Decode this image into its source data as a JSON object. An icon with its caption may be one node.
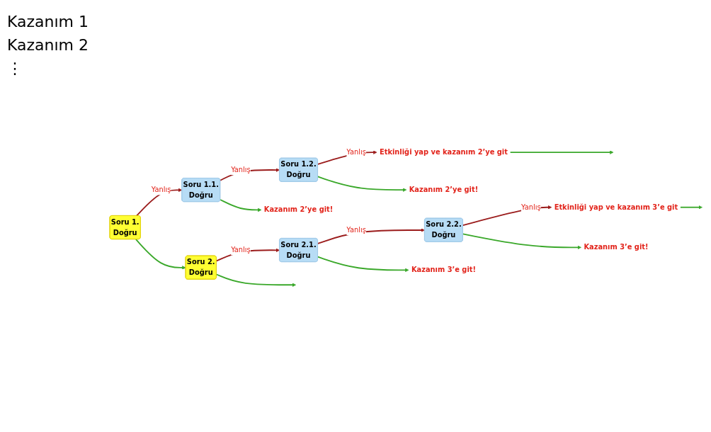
{
  "diagram": {
    "nodes": [
      {
        "text": [
          "Soru 1.",
          "Doğru"
        ]
      },
      {
        "text": [
          "Soru 1.1.",
          "Doğru"
        ]
      },
      {
        "text": [
          "Soru 1.2.",
          "Doğru"
        ]
      },
      {
        "text": [
          "Etkinliği yap ve kazanım 2’ye git"
        ]
      },
      {
        "text": [
          "Kazanım 2’ye git!"
        ]
      },
      {
        "text": [
          "Kazanım 2’ye git!"
        ]
      },
      {
        "text": [
          "Soru 2.",
          "Doğru"
        ]
      },
      {
        "text": [
          "Soru 2.1.",
          "Doğru"
        ]
      },
      {
        "text": [
          "Soru 2.2.",
          "Doğru"
        ]
      },
      {
        "text": [
          "Etkinliği yap ve kazanım 3’e git"
        ]
      },
      {
        "text": [
          "Kazanım 3’e git!"
        ]
      },
      {
        "text": [
          "Kazanım 3’e git!"
        ]
      }
    ],
    "edges": [
      {
        "from": 0,
        "to": 1,
        "arrow": "to",
        "label": "Yanlış",
        "color": "#9b1c1c"
      },
      {
        "from": 1,
        "to": 2,
        "arrow": "to",
        "label": "Yanlış",
        "color": "#9b1c1c"
      },
      {
        "from": 2,
        "to": 3,
        "arrow": "to",
        "label": "Yanlış",
        "color": "#9b1c1c"
      },
      {
        "from": 0,
        "to": 6,
        "arrow": "to",
        "color": "#3aa82a"
      },
      {
        "from": 1,
        "to": 4,
        "arrow": "to",
        "color": "#3aa82a"
      },
      {
        "from": 2,
        "to": 5,
        "arrow": "to",
        "color": "#3aa82a"
      },
      {
        "from": 3,
        "to": null,
        "arrow": "to",
        "color": "#3aa82a"
      },
      {
        "from": 6,
        "to": 7,
        "arrow": "to",
        "label": "Yanlış",
        "color": "#9b1c1c"
      },
      {
        "from": 7,
        "to": 8,
        "arrow": "to",
        "label": "Yanlış",
        "color": "#9b1c1c"
      },
      {
        "from": 8,
        "to": 9,
        "arrow": "to",
        "label": "Yanlış",
        "color": "#9b1c1c"
      },
      {
        "from": 6,
        "to": null,
        "arrow": "to",
        "color": "#3aa82a"
      },
      {
        "from": 7,
        "to": 10,
        "arrow": "to",
        "color": "#3aa82a"
      },
      {
        "from": 8,
        "to": 11,
        "arrow": "to",
        "color": "#3aa82a"
      },
      {
        "from": 9,
        "to": null,
        "arrow": "to",
        "color": "#3aa82a"
      }
    ],
    "labels": [
      "Kazanım 1",
      "Kazanım 2",
      "⋮"
    ]
  }
}
